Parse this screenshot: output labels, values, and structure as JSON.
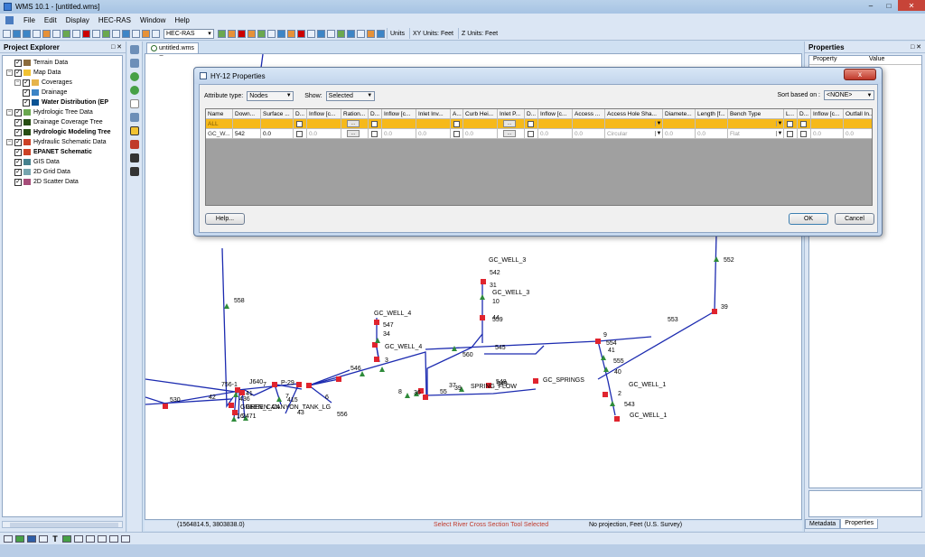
{
  "window": {
    "title": "WMS 10.1 - [untitled.wms]"
  },
  "menu": [
    "File",
    "Edit",
    "Display",
    "HEC-RAS",
    "Window",
    "Help"
  ],
  "toolbar": {
    "model_select": "HEC-RAS",
    "units": "Units",
    "xy_units": "XY Units: Feet",
    "z_units": "Z Units: Feet"
  },
  "project_explorer": {
    "title": "Project Explorer",
    "items": [
      {
        "label": "Terrain Data",
        "icon": "terrain-icon",
        "indent": 0
      },
      {
        "label": "Map Data",
        "icon": "map-icon",
        "indent": 0
      },
      {
        "label": "Coverages",
        "icon": "folder-icon",
        "indent": 1
      },
      {
        "label": "Drainage",
        "icon": "drainage-coverage-icon",
        "indent": 2
      },
      {
        "label": "Water Distribution (EP",
        "icon": "water-distribution-icon",
        "indent": 2,
        "bold": true
      },
      {
        "label": "Hydrologic Tree Data",
        "icon": "hydrologic-tree-icon",
        "indent": 0
      },
      {
        "label": "Drainage Coverage Tree",
        "icon": "tree-icon",
        "indent": 1
      },
      {
        "label": "Hydrologic Modeling Tree",
        "icon": "tree-icon",
        "indent": 1,
        "bold": true
      },
      {
        "label": "Hydraulic Schematic Data",
        "icon": "schematic-icon",
        "indent": 0
      },
      {
        "label": "EPANET Schematic",
        "icon": "schematic-icon",
        "indent": 1,
        "bold": true
      },
      {
        "label": "GIS Data",
        "icon": "gis-icon",
        "indent": 0
      },
      {
        "label": "2D Grid Data",
        "icon": "grid-icon",
        "indent": 0
      },
      {
        "label": "2D Scatter Data",
        "icon": "scatter-icon",
        "indent": 0
      }
    ]
  },
  "document_tab": {
    "label": "untitled.wms"
  },
  "status": {
    "coords": "(1564814.5, 3803838.0)",
    "tool": "Select River Cross Section Tool Selected",
    "projection": "No projection, Feet (U.S. Survey)"
  },
  "properties_panel": {
    "title": "Properties",
    "col_property": "Property",
    "col_value": "Value",
    "tab_metadata": "Metadata",
    "tab_properties": "Properties"
  },
  "dialog": {
    "title": "HY-12 Properties",
    "close_label": "x",
    "attribute_type_label": "Attribute type:",
    "attribute_type_value": "Nodes",
    "show_label": "Show:",
    "show_value": "Selected",
    "sort_label": "Sort based on :",
    "sort_value": "<NONE>",
    "help_label": "Help...",
    "ok_label": "OK",
    "cancel_label": "Cancel",
    "columns": [
      "Name",
      "Down...",
      "Surface ...",
      "D...",
      "Inflow [c...",
      "Ration...",
      "D...",
      "Inflow [c...",
      "Inlet Inv...",
      "A...",
      "Curb Hei...",
      "Inlet P...",
      "D...",
      "Inflow [c...",
      "Access ...",
      "Access Hole Sha...",
      "Diamete...",
      "Length [f...",
      "Bench Type",
      "L...",
      "D...",
      "Inflow [c...",
      "Outfall In..."
    ],
    "all_row": {
      "name": "ALL"
    },
    "row": {
      "name": "GC_W...",
      "down": "542",
      "surface": "0.0",
      "inflow1": "0.0",
      "inflow2": "0.0",
      "inlet_inv": "0.0",
      "curb": "0.0",
      "inflow3": "0.0",
      "access": "0.0",
      "shape": "Circular",
      "diameter": "0.0",
      "length": "0.0",
      "bench": "Flat",
      "inflow4": "0.0",
      "outfall": "0.0",
      "button": "..."
    }
  },
  "map": {
    "pipe_color": "#1c2bb0",
    "node_color": "#e0242e",
    "arrow_color": "#2e8b3a",
    "labels": [
      "558",
      "552",
      "39",
      "GC_WELL_3",
      "542",
      "31",
      "GC_WELL_3",
      "10",
      "559",
      "44",
      "GC_WELL_4",
      "547",
      "34",
      "GC_WELL_4",
      "3",
      "546",
      "560",
      "545",
      "553",
      "9",
      "554",
      "41",
      "555",
      "40",
      "GC_WELL_1",
      "2",
      "543",
      "GC_WELL_1",
      "549",
      "GC_SPRINGS",
      "548",
      "SPRING_FLOW",
      "39",
      "37",
      "55",
      "36",
      "8",
      "6",
      "415",
      "7",
      "7",
      "P-29",
      "756-1",
      "J640",
      "41",
      "42",
      "530",
      "436",
      "43",
      "556",
      "GREEN_CAN",
      "GREEN_CANYON_TANK_LG",
      "16",
      "2471",
      "25",
      "2631_2"
    ]
  }
}
